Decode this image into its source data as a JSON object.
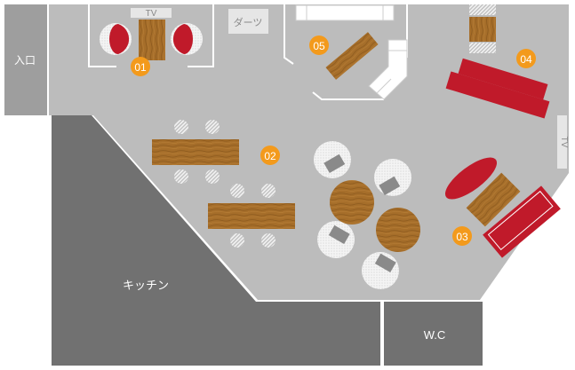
{
  "floor_plan": {
    "labels": {
      "entrance": "入口",
      "tv_top": "TV",
      "tv_right": "TV",
      "darts": "ダーツ",
      "kitchen": "キッチン",
      "wc": "W.C"
    },
    "zones": [
      {
        "id": "01",
        "label": "01"
      },
      {
        "id": "02",
        "label": "02"
      },
      {
        "id": "03",
        "label": "03"
      },
      {
        "id": "04",
        "label": "04"
      },
      {
        "id": "05",
        "label": "05"
      }
    ],
    "colors": {
      "floor": "#bcbcbc",
      "kitchen": "#717171",
      "entrance": "#9e9e9e",
      "wood": "#a66e2a",
      "sofa_red": "#c01a2a",
      "badge": "#f39a1c",
      "badge_text": "#ffffff",
      "label_box": "#e6e6e6",
      "wall_white": "#ffffff",
      "chair_white": "#ffffff"
    }
  }
}
